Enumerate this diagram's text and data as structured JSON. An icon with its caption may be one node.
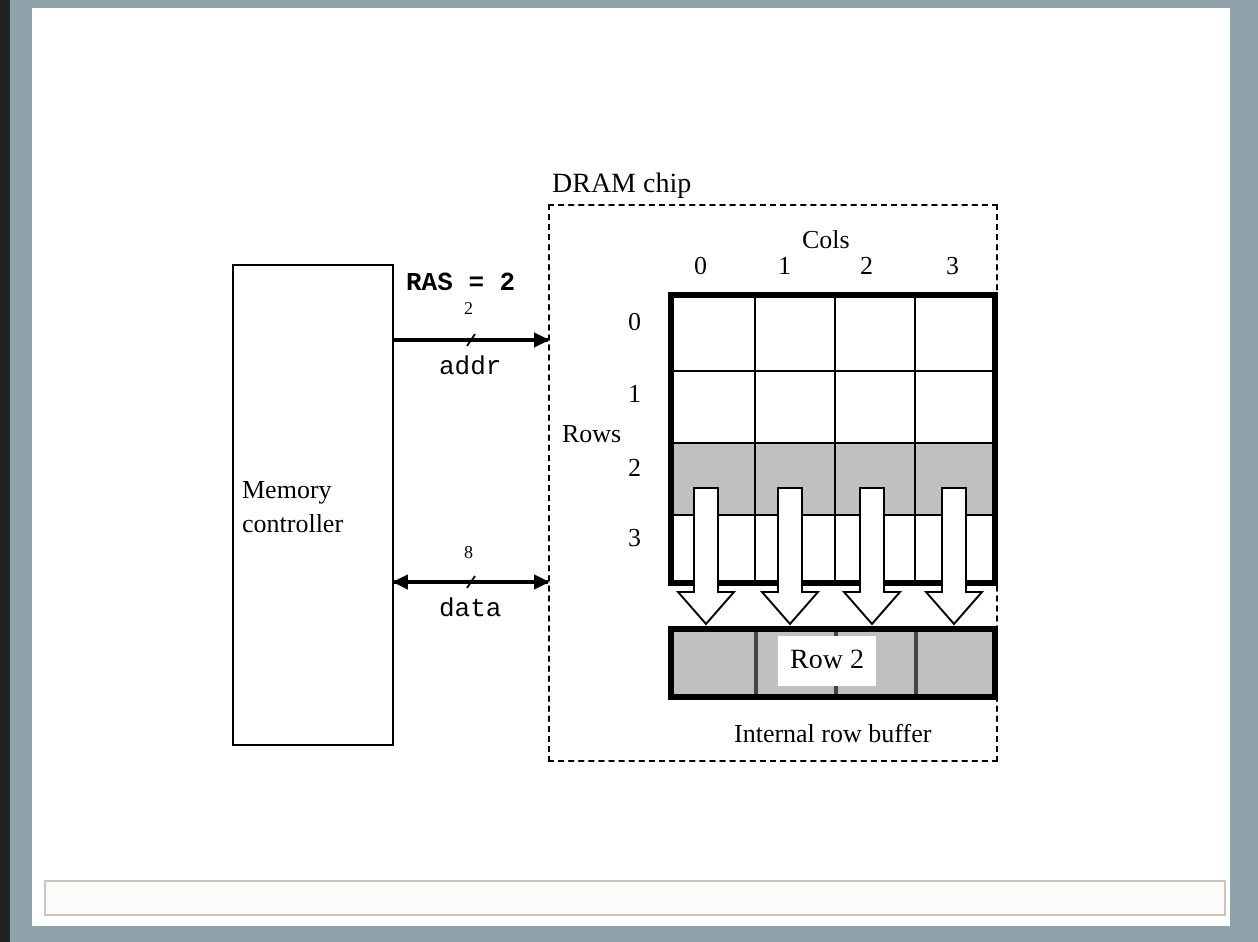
{
  "diagram": {
    "nodes": [
      {
        "text": [
          "Memory controller"
        ]
      },
      {
        "text": [
          "DRAM chip"
        ]
      },
      {
        "text": [],
        "shape": "box",
        "in": 1
      },
      {
        "text": [
          "Row 2"
        ],
        "beside": [
          "Internal row buffer"
        ],
        "in": 1
      }
    ],
    "edges": [
      {
        "from": 0,
        "to": 1,
        "arrow": "to",
        "label": "addr"
      },
      {
        "from": 0,
        "to": 1,
        "arrow": "both",
        "label": "data"
      },
      {
        "from": 2,
        "to": 3,
        "arrow": "to"
      },
      {
        "from": 2,
        "to": 3,
        "arrow": "to"
      },
      {
        "from": 2,
        "to": 3,
        "arrow": "to"
      },
      {
        "from": 2,
        "to": 3,
        "arrow": "to"
      }
    ],
    "labels": [
      "RAS = 2",
      "2",
      "8",
      "Cols",
      "0",
      "1",
      "2",
      "3",
      "Rows",
      "0",
      "1",
      "2",
      "3"
    ]
  }
}
